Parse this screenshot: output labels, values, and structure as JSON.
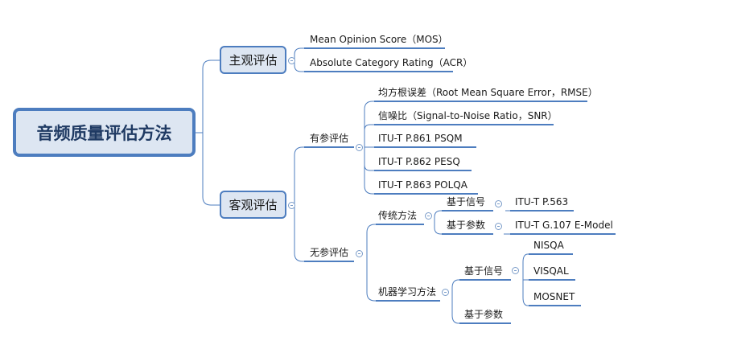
{
  "root": "音频质量评估方法",
  "subjective": {
    "label": "主观评估",
    "items": [
      "Mean Opinion Score（MOS）",
      "Absolute Category Rating（ACR）"
    ]
  },
  "objective": {
    "label": "客观评估",
    "full_ref": {
      "label": "有参评估",
      "items": [
        "均方根误差（Root Mean Square Error，RMSE）",
        "信噪比（Signal-to-Noise Ratio，SNR）",
        "ITU-T P.861 PSQM",
        "ITU-T P.862 PESQ",
        "ITU-T P.863 POLQA"
      ]
    },
    "no_ref": {
      "label": "无参评估",
      "traditional": {
        "label": "传统方法",
        "signal": {
          "label": "基于信号",
          "item": "ITU-T P.563"
        },
        "param": {
          "label": "基于参数",
          "item": "ITU-T G.107 E-Model"
        }
      },
      "ml": {
        "label": "机器学习方法",
        "signal": {
          "label": "基于信号",
          "items": [
            "NISQA",
            "VISQAL",
            "MOSNET"
          ]
        },
        "param": {
          "label": "基于参数"
        }
      }
    }
  },
  "colors": {
    "line": "#4d7dbf",
    "node_fill": "#dde6f2",
    "root_text": "#1f3a63"
  }
}
